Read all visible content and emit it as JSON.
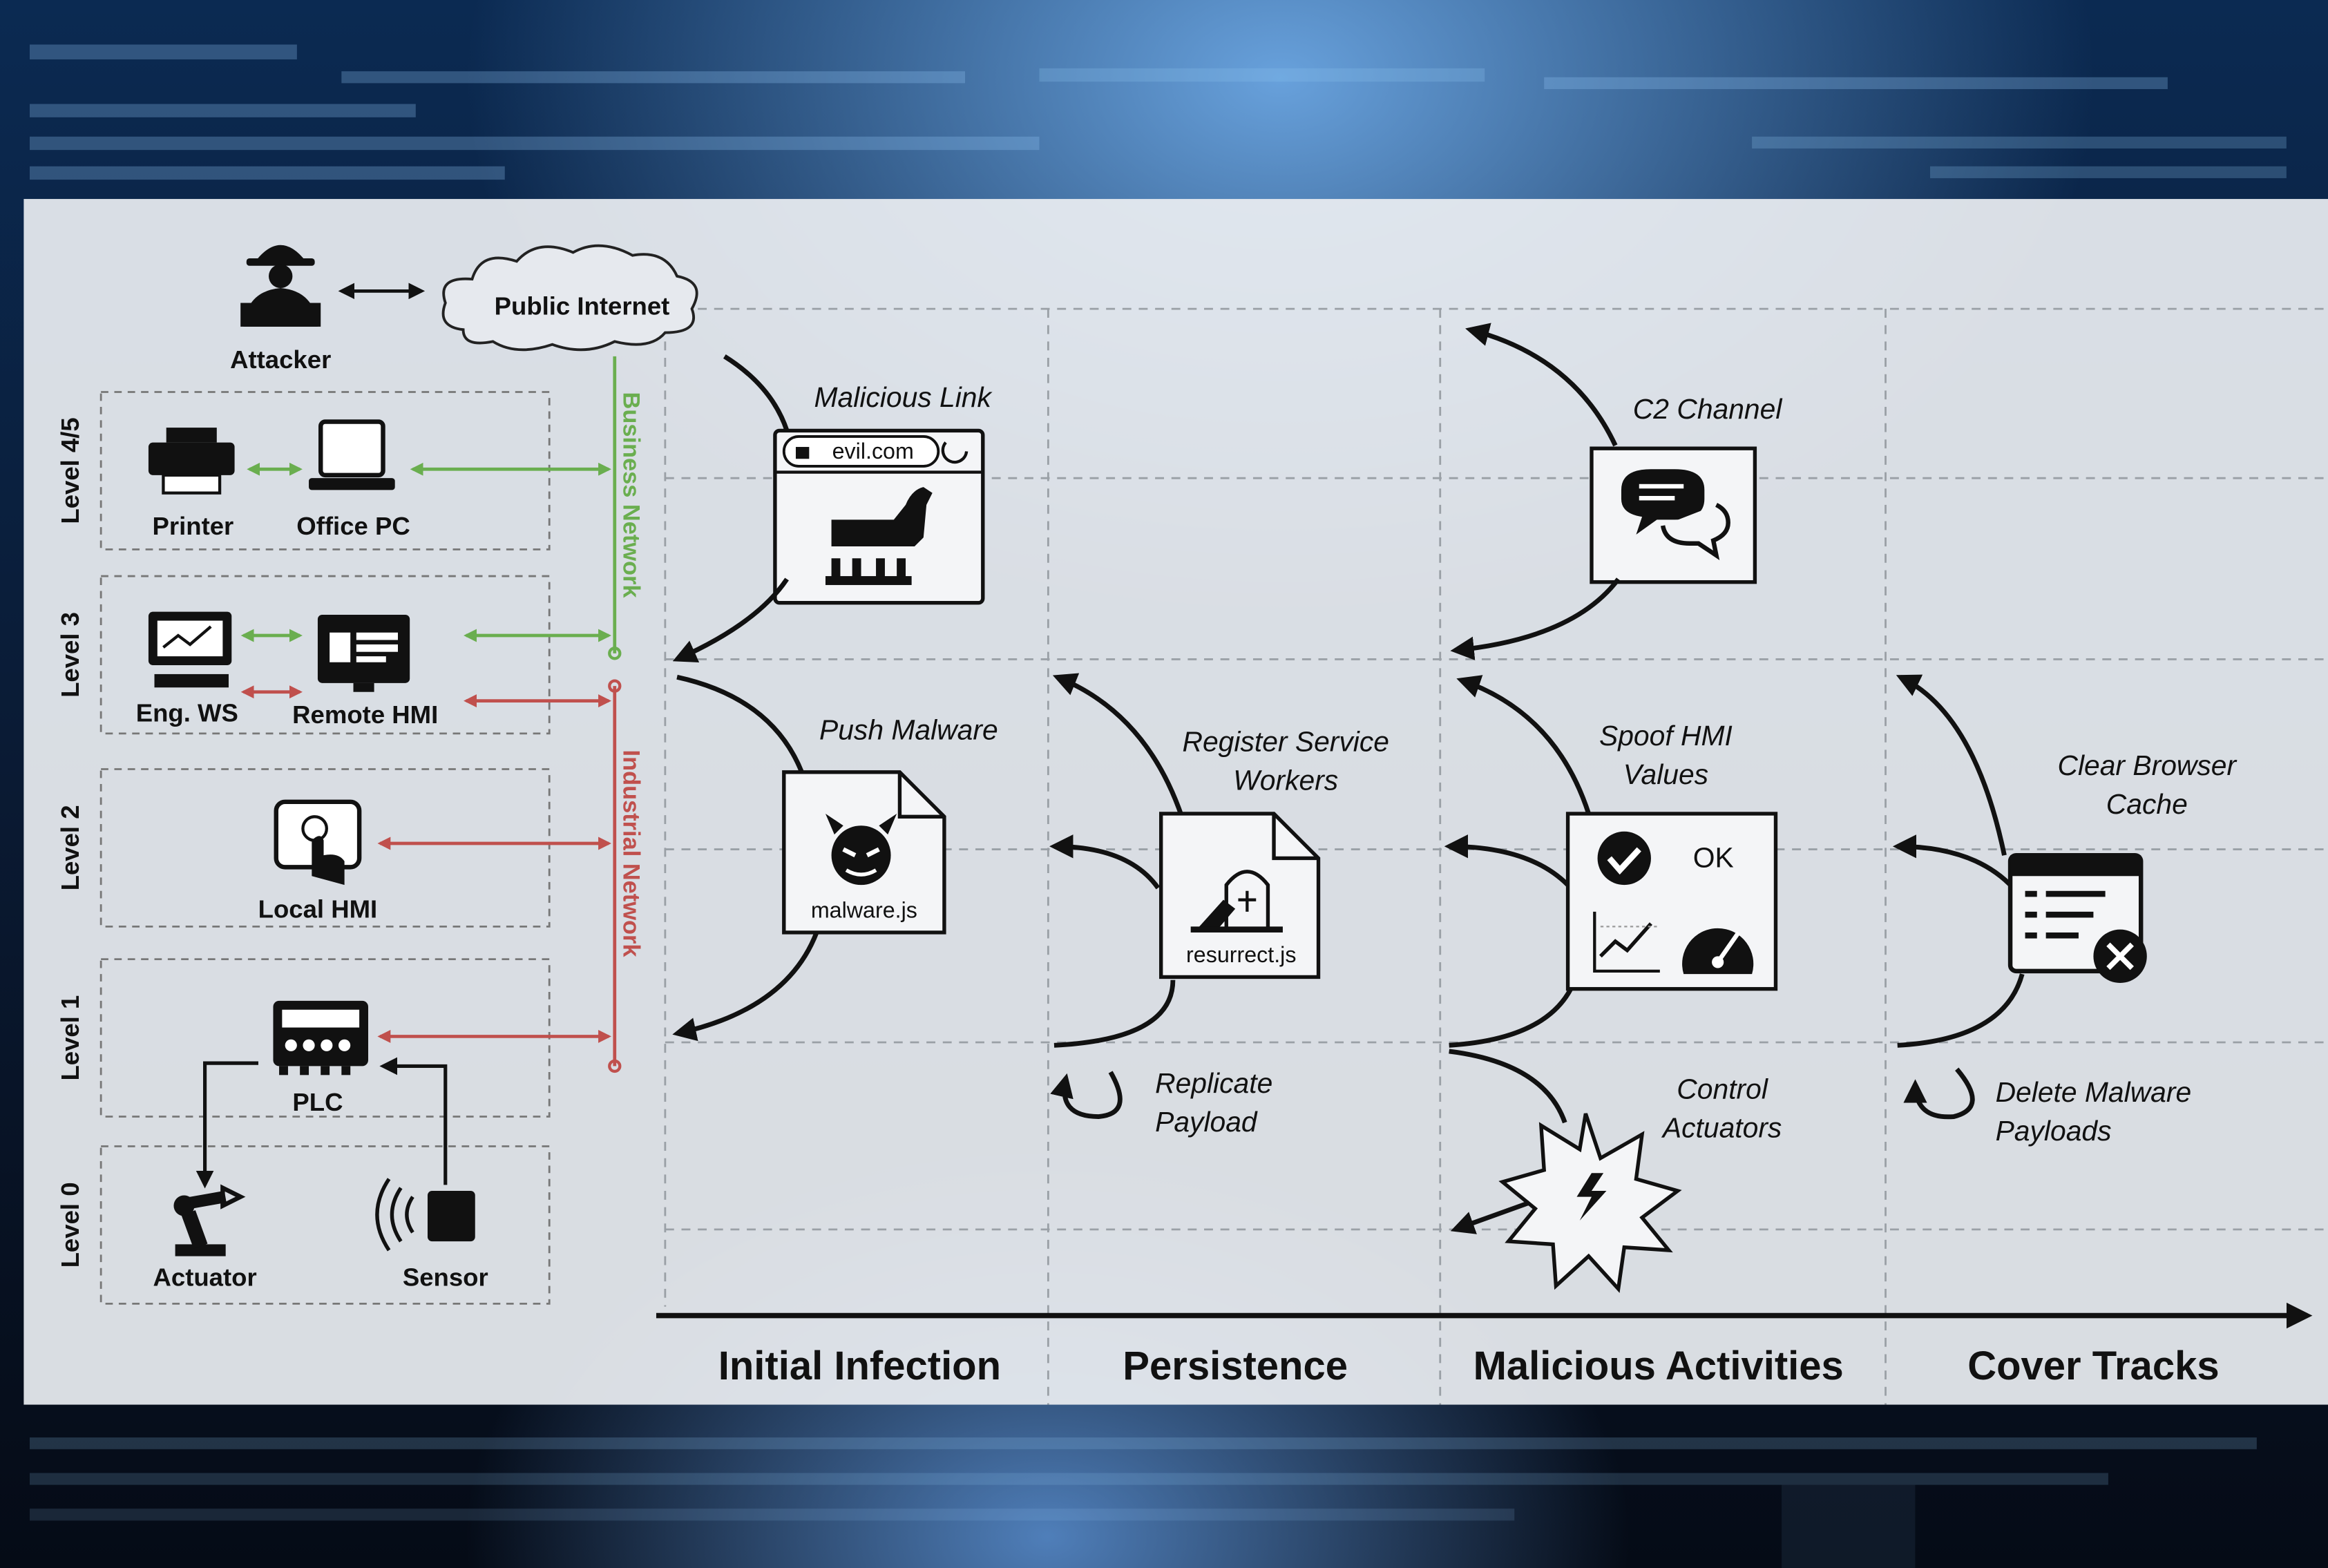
{
  "left_panel": {
    "attacker": "Attacker",
    "internet": "Public Internet",
    "business_network": "Business Network",
    "industrial_network": "Industrial Network",
    "levels": [
      "Level 4/5",
      "Level 3",
      "Level 2",
      "Level 1",
      "Level 0"
    ],
    "devices": {
      "printer": "Printer",
      "office_pc": "Office PC",
      "eng_ws": "Eng. WS",
      "remote_hmi": "Remote HMI",
      "local_hmi": "Local HMI",
      "plc": "PLC",
      "actuator": "Actuator",
      "sensor": "Sensor"
    }
  },
  "stages": {
    "initial_infection": {
      "title": "Initial Infection",
      "malicious_link": "Malicious Link",
      "url": "evil.com",
      "push_malware": "Push Malware",
      "file": "malware.js"
    },
    "persistence": {
      "title": "Persistence",
      "register_line1": "Register Service",
      "register_line2": "Workers",
      "file": "resurrect.js",
      "replicate_line1": "Replicate",
      "replicate_line2": "Payload"
    },
    "malicious_activities": {
      "title": "Malicious Activities",
      "c2": "C2 Channel",
      "spoof_line1": "Spoof HMI",
      "spoof_line2": "Values",
      "ok": "OK",
      "control_line1": "Control",
      "control_line2": "Actuators"
    },
    "cover_tracks": {
      "title": "Cover Tracks",
      "clear_line1": "Clear Browser",
      "clear_line2": "Cache",
      "delete_line1": "Delete Malware",
      "delete_line2": "Payloads"
    }
  },
  "colors": {
    "business": "#6aae4f",
    "industrial": "#c0504d",
    "background_top": "#0a1e3e",
    "panel": "#eaedf1"
  },
  "icons": [
    "attacker-icon",
    "cloud-icon",
    "printer-icon",
    "laptop-icon",
    "workstation-icon",
    "hmi-monitor-icon",
    "touch-panel-icon",
    "plc-chip-icon",
    "robot-arm-icon",
    "sensor-icon",
    "trojan-horse-icon",
    "devil-icon",
    "tombstone-icon",
    "chat-icon",
    "checkmark-icon",
    "chart-icon",
    "gauge-icon",
    "explosion-icon",
    "browser-clear-icon"
  ]
}
